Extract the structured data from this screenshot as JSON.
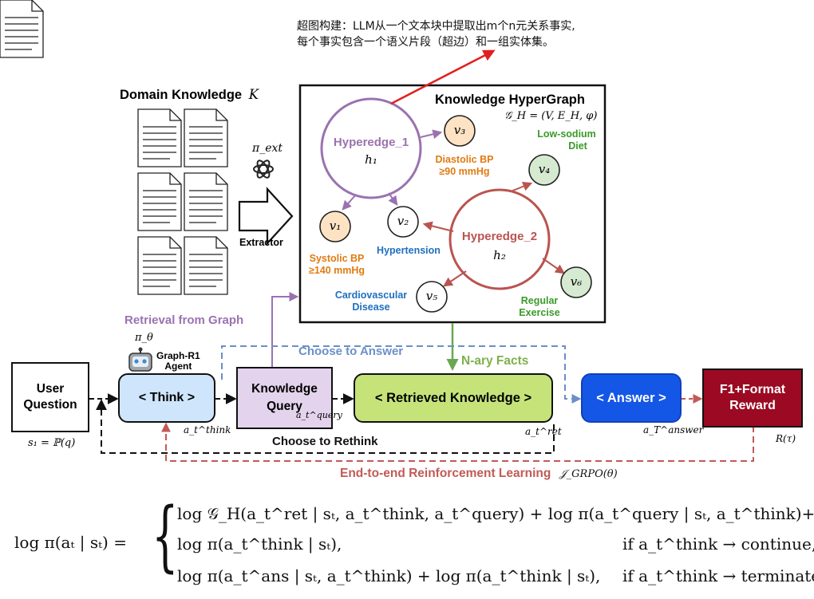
{
  "annotation": {
    "line1": "超图构建：LLM从一个文本块中提取出m个n元关系事实,",
    "line2": "每个事实包含一个语义片段（超边）和一组实体集。"
  },
  "domain_knowledge": {
    "label": "Domain Knowledge",
    "symbol": "K"
  },
  "extractor": {
    "label": "Extractor",
    "symbol": "π_ext"
  },
  "hypergraph": {
    "title": "Knowledge HyperGraph",
    "formula": "𝒢_H = (V, E_H, φ)",
    "hyperedges": [
      {
        "label": "Hyperedge_1",
        "symbol": "h₁"
      },
      {
        "label": "Hyperedge_2",
        "symbol": "h₂"
      }
    ],
    "nodes": [
      {
        "symbol": "v₁",
        "name_line1": "Systolic BP",
        "name_line2": "≥140 mmHg"
      },
      {
        "symbol": "v₂",
        "name_line1": "Hypertension",
        "name_line2": ""
      },
      {
        "symbol": "v₃",
        "name_line1": "Diastolic BP",
        "name_line2": "≥90 mmHg"
      },
      {
        "symbol": "v₄",
        "name_line1": "Low-sodium",
        "name_line2": "Diet"
      },
      {
        "symbol": "v₅",
        "name_line1": "Cardiovascular",
        "name_line2": "Disease"
      },
      {
        "symbol": "v₆",
        "name_line1": "Regular",
        "name_line2": "Exercise"
      }
    ]
  },
  "pipeline": {
    "retrieval_label": "Retrieval from Graph",
    "agent_symbol": "π_θ",
    "agent_name_line1": "Graph-R1",
    "agent_name_line2": "Agent",
    "choose_answer": "Choose to Answer",
    "nary_facts": "N-ary Facts",
    "choose_rethink": "Choose to Rethink",
    "rl_label": "End-to-end Reinforcement Learning",
    "rl_symbol": "𝒥_GRPO(θ)",
    "user_question_line1": "User",
    "user_question_line2": "Question",
    "s1": "s₁ = ℙ(q)",
    "think": "< Think >",
    "think_sub": "a_t^think",
    "kq_line1": "Knowledge",
    "kq_line2": "Query",
    "kq_sub": "a_t^query",
    "retrieved": "< Retrieved Knowledge >",
    "retrieved_sub": "a_t^ret",
    "answer": "< Answer >",
    "answer_sub": "a_T^answer",
    "reward_line1": "F1+Format",
    "reward_line2": "Reward",
    "reward_symbol": "R(τ)"
  },
  "equation": {
    "lhs": "log π(aₜ | sₜ) =",
    "row1": "log 𝒢_H(a_t^ret | sₜ, a_t^think, a_t^query) + log π(a_t^query | sₜ, a_t^think)+",
    "row2_left": "log π(a_t^think | sₜ),",
    "row2_right": "if a_t^think → continue,",
    "row3_left": "log π(a_t^ans | sₜ, a_t^think) + log π(a_t^think | sₜ),",
    "row3_right": "if a_t^think → terminate,"
  },
  "colors": {
    "purple": "#9b72b0",
    "red": "#b95450",
    "orange": "#e07b12",
    "green": "#3a9a2a",
    "blue": "#1f6fbf",
    "think_fill": "#cfe5fb",
    "kq_fill": "#e3d3ec",
    "retrieved_fill": "#c6e37a",
    "answer_fill": "#1457e6",
    "reward_fill": "#9b0a22"
  }
}
